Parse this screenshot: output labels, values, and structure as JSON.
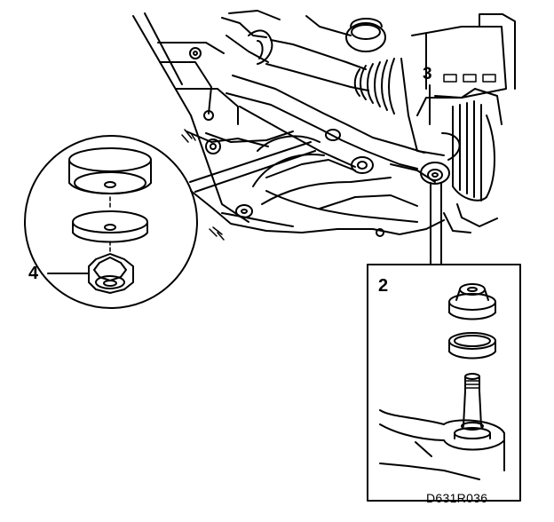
{
  "callouts": {
    "two": "2",
    "three": "3",
    "four": "4"
  },
  "reference_code": "D631R036",
  "colors": {
    "line": "#000000",
    "background": "#ffffff"
  }
}
